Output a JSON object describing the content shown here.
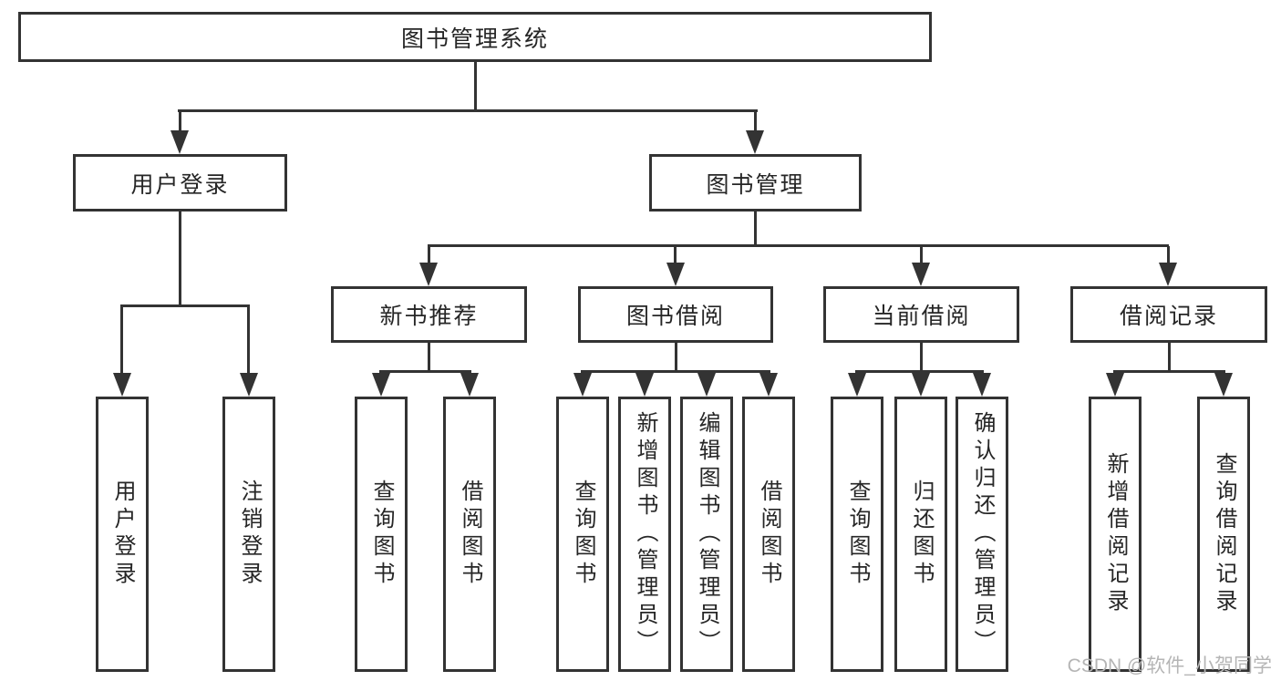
{
  "colors": {
    "line": "#333333",
    "text": "#262626",
    "background": "#ffffff",
    "watermark": "#b5b5b5"
  },
  "diagram": {
    "type": "tree",
    "root": {
      "label": "图书管理系统"
    },
    "level2": [
      {
        "label": "用户登录"
      },
      {
        "label": "图书管理"
      }
    ],
    "level3": [
      {
        "label": "新书推荐",
        "parent": "图书管理"
      },
      {
        "label": "图书借阅",
        "parent": "图书管理"
      },
      {
        "label": "当前借阅",
        "parent": "图书管理"
      },
      {
        "label": "借阅记录",
        "parent": "图书管理"
      }
    ],
    "leaves": [
      {
        "label": "用户登录",
        "parent": "用户登录"
      },
      {
        "label": "注销登录",
        "parent": "用户登录"
      },
      {
        "label": "查询图书",
        "parent": "新书推荐"
      },
      {
        "label": "借阅图书",
        "parent": "新书推荐"
      },
      {
        "label": "查询图书",
        "parent": "图书借阅"
      },
      {
        "label": "新增图书（管理员）",
        "parent": "图书借阅"
      },
      {
        "label": "编辑图书（管理员）",
        "parent": "图书借阅"
      },
      {
        "label": "借阅图书",
        "parent": "图书借阅"
      },
      {
        "label": "查询图书",
        "parent": "当前借阅"
      },
      {
        "label": "归还图书",
        "parent": "当前借阅"
      },
      {
        "label": "确认归还（管理员）",
        "parent": "当前借阅"
      },
      {
        "label": "新增借阅记录",
        "parent": "借阅记录"
      },
      {
        "label": "查询借阅记录",
        "parent": "借阅记录"
      }
    ]
  },
  "watermark": {
    "text": "CSDN @软件_小贺同学"
  }
}
